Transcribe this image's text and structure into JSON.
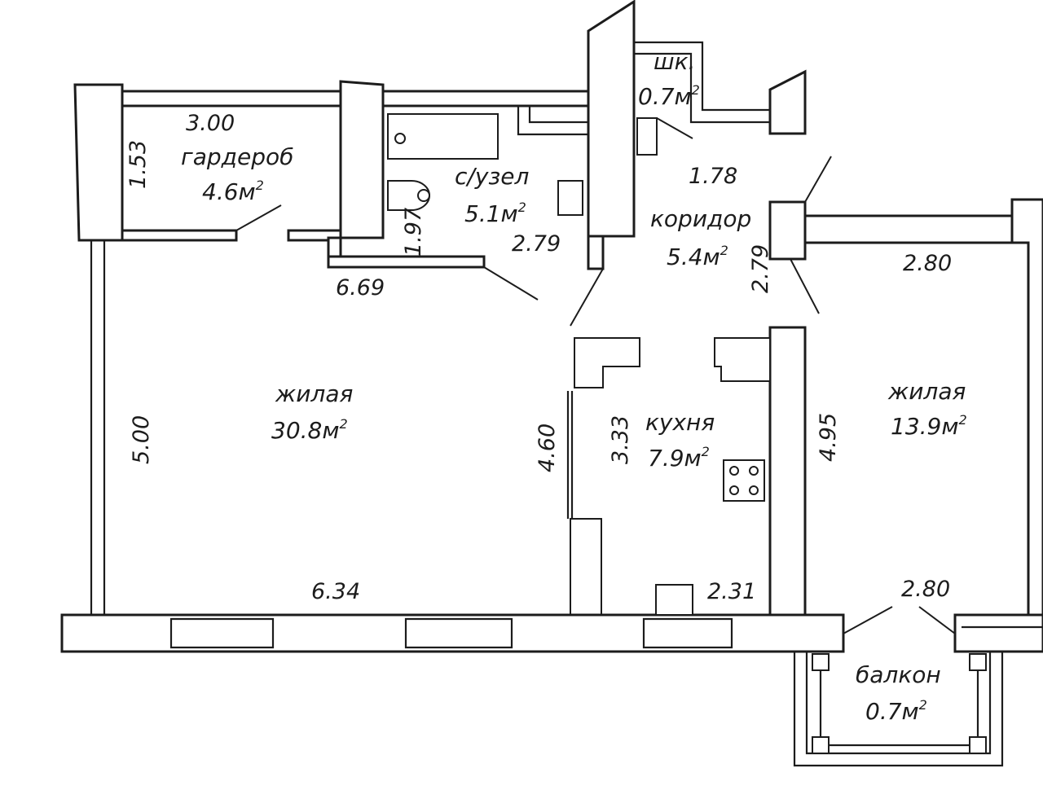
{
  "colors": {
    "ink": "#1c1c1c",
    "paper": "#ffffff"
  },
  "rooms": {
    "wardrobe": {
      "name": "гардероб",
      "area": "4.6м",
      "sup": "2"
    },
    "bathroom": {
      "name": "с/узел",
      "area": "5.1м",
      "sup": "2"
    },
    "closet": {
      "name": "шк.",
      "area": "0.7м",
      "sup": "2"
    },
    "corridor": {
      "name": "коридор",
      "area": "5.4м",
      "sup": "2"
    },
    "living_big": {
      "name": "жилая",
      "area": "30.8м",
      "sup": "2"
    },
    "kitchen": {
      "name": "кухня",
      "area": "7.9м",
      "sup": "2"
    },
    "living_small": {
      "name": "жилая",
      "area": "13.9м",
      "sup": "2"
    },
    "balcony": {
      "name": "балкон",
      "area": "0.7м",
      "sup": "2"
    }
  },
  "dimensions": {
    "wardrobe_width": "3.00",
    "wardrobe_depth": "1.53",
    "bathroom_depth": "1.97",
    "bathroom_width": "2.79",
    "hall_width": "6.69",
    "corridor_width": "1.78",
    "corridor_depth": "2.79",
    "small_room_width_top": "2.80",
    "small_room_width_bottom": "2.80",
    "big_room_depth": "5.00",
    "big_room_width": "6.34",
    "big_room_partition": "4.60",
    "kitchen_depth": "3.33",
    "kitchen_width": "2.31",
    "small_room_depth": "4.95"
  }
}
